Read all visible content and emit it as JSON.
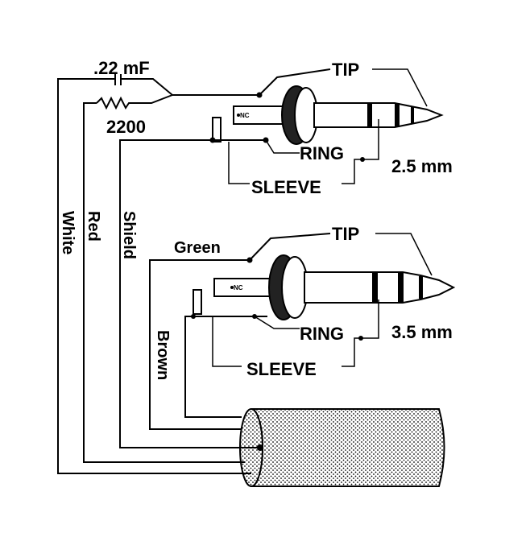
{
  "components": {
    "capacitor_label": ".22 mF",
    "resistor_label": "2200"
  },
  "wires": {
    "white": "White",
    "red": "Red",
    "shield": "Shield",
    "green": "Green",
    "brown": "Brown"
  },
  "plug_small": {
    "size_label": "2.5 mm",
    "tip_label": "TIP",
    "ring_label": "RING",
    "sleeve_label": "SLEEVE",
    "nc_label": "NC"
  },
  "plug_large": {
    "size_label": "3.5 mm",
    "tip_label": "TIP",
    "ring_label": "RING",
    "sleeve_label": "SLEEVE",
    "nc_label": "NC"
  }
}
